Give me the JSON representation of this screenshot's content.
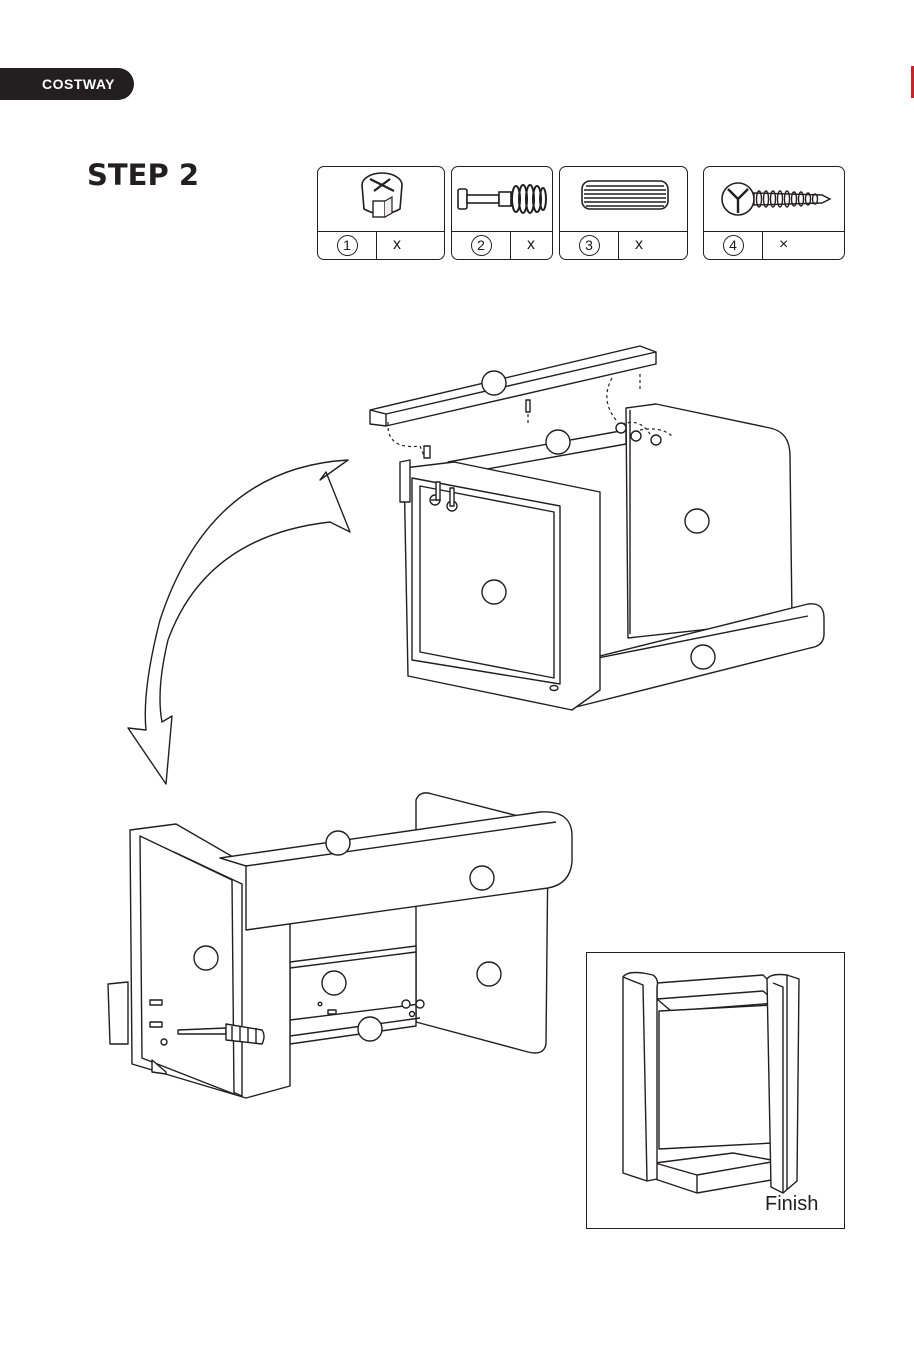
{
  "header": {
    "brand": "COSTWAY"
  },
  "step": {
    "title": "STEP 2"
  },
  "parts": [
    {
      "number": "1",
      "qty": "x",
      "icon": "cam-lock-icon"
    },
    {
      "number": "2",
      "qty": "x",
      "icon": "cam-bolt-icon"
    },
    {
      "number": "3",
      "qty": "x",
      "icon": "wood-dowel-icon"
    },
    {
      "number": "4",
      "qty": "×",
      "icon": "screw-icon"
    }
  ],
  "finish": {
    "label": "Finish"
  },
  "colors": {
    "brand_bar": "#231f20",
    "accent_mark": "#c0272d",
    "line": "#231f20"
  }
}
